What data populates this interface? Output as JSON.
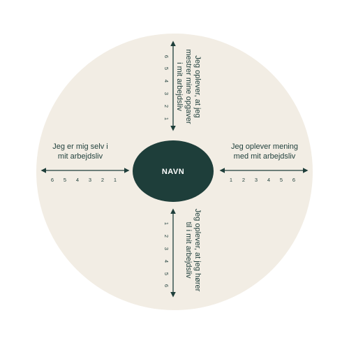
{
  "colors": {
    "background_circle": "#f2ede4",
    "center_ellipse": "#1e3e3a",
    "ink": "#1e3e3a",
    "center_text": "#ffffff"
  },
  "center": {
    "label": "NAVN"
  },
  "axes": {
    "top": {
      "lines": [
        "Jeg oplever, at jeg",
        "mestrer mine opgaver",
        "i mit arbejdsliv"
      ],
      "ticks": [
        "6",
        "5",
        "4",
        "3",
        "2",
        "1"
      ]
    },
    "left": {
      "lines": [
        "Jeg er mig selv i",
        "mit arbejdsliv"
      ],
      "ticks": [
        "6",
        "5",
        "4",
        "3",
        "2",
        "1"
      ]
    },
    "right": {
      "lines": [
        "Jeg oplever mening",
        "med mit arbejdsliv"
      ],
      "ticks": [
        "1",
        "2",
        "3",
        "4",
        "5",
        "6"
      ]
    },
    "bottom": {
      "lines": [
        "Jeg oplever, at jeg hører",
        "til i mit arbejdsliv"
      ],
      "ticks": [
        "1",
        "2",
        "3",
        "4",
        "5",
        "6"
      ]
    }
  }
}
